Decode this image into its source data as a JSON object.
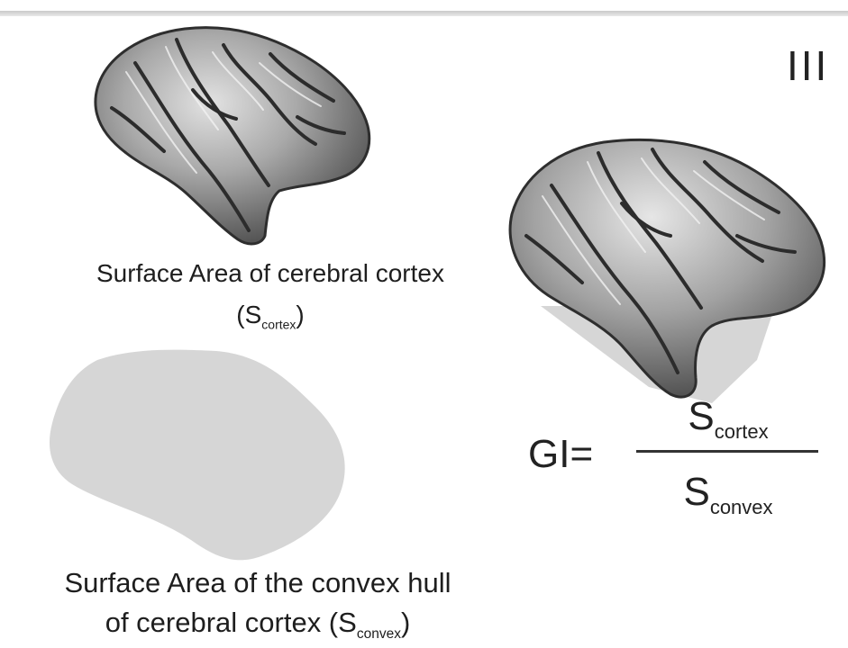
{
  "panel_label": "III",
  "cortex_caption": {
    "line1": "Surface Area of cerebral cortex",
    "open": "(",
    "symbol": "S",
    "subscript": "cortex",
    "close": ")"
  },
  "hull_caption": {
    "line1": "Surface Area of the convex hull",
    "line2_text": "of cerebral cortex (",
    "symbol": "S",
    "subscript": "convex",
    "close": ")"
  },
  "formula": {
    "lhs": "GI=",
    "numerator_symbol": "S",
    "numerator_subscript": "cortex",
    "denominator_symbol": "S",
    "denominator_subscript": "convex"
  },
  "colors": {
    "brain_dark": "#3a3a3a",
    "brain_light": "#d4d4d4",
    "hull_fill": "#d6d6d6",
    "text": "#1e1e1e"
  }
}
